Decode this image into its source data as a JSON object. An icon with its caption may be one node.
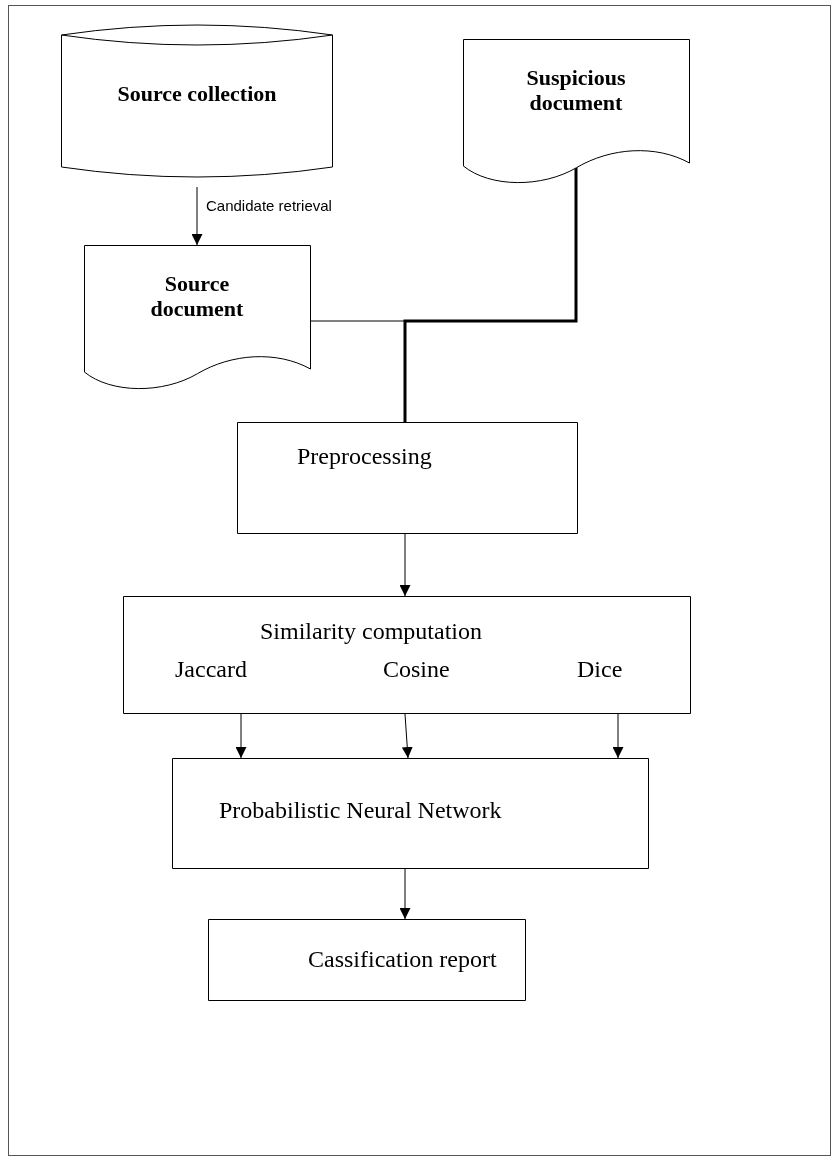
{
  "diagram": {
    "nodes": [
      {
        "text": [
          "Source collection"
        ]
      },
      {
        "text": [
          "Suspicious document"
        ]
      },
      {
        "text": [
          "Source document"
        ]
      },
      {
        "text": [
          "Preprocessing"
        ]
      },
      {
        "text": [
          "Similarity computation",
          "Jaccard",
          "Cosine",
          "Dice"
        ]
      },
      {
        "text": [
          "Probabilistic Neural Network"
        ]
      },
      {
        "text": [
          "Cassification report"
        ]
      }
    ],
    "edges": [
      {
        "from": 0,
        "to": 2,
        "arrow": "to",
        "label": "Candidate retrieval"
      },
      {
        "from": 2,
        "to": 3,
        "arrow": "none"
      },
      {
        "from": 1,
        "to": 3,
        "arrow": "none",
        "style": "thick"
      },
      {
        "from": 3,
        "to": 4,
        "arrow": "to"
      },
      {
        "from": 4,
        "to": 5,
        "arrow": "to"
      },
      {
        "from": 4,
        "to": 5,
        "arrow": "to"
      },
      {
        "from": 4,
        "to": 5,
        "arrow": "to"
      },
      {
        "from": 5,
        "to": 6,
        "arrow": "to"
      }
    ]
  }
}
